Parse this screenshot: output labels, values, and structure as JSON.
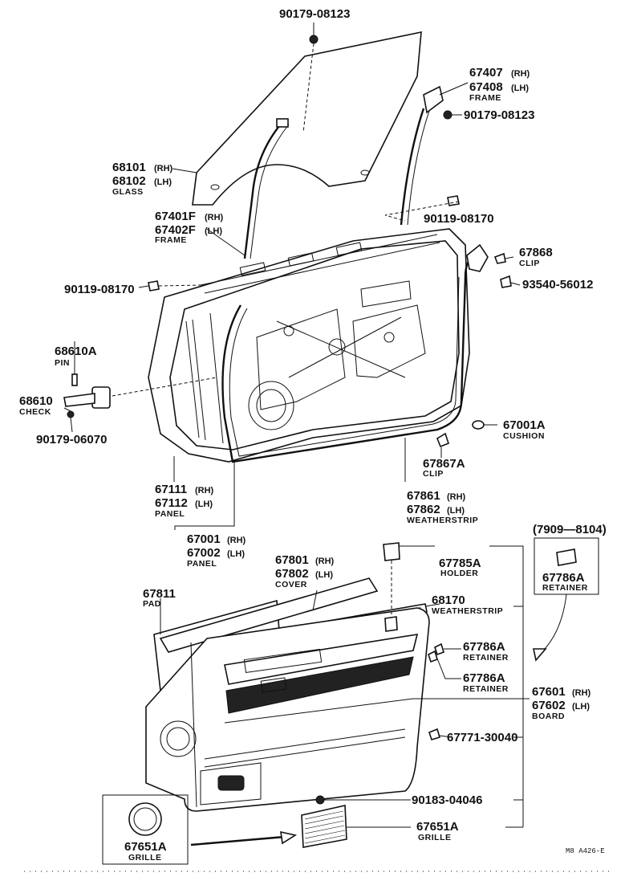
{
  "callouts": {
    "c_90179_08123_top": {
      "part": "90179-08123"
    },
    "c_67407": {
      "part": "67407",
      "side": "(RH)"
    },
    "c_67408": {
      "part": "67408",
      "side": "(LH)",
      "label": "FRAME"
    },
    "c_90179_08123_right": {
      "part": "90179-08123"
    },
    "c_68101": {
      "part": "68101",
      "side": "(RH)"
    },
    "c_68102": {
      "part": "68102",
      "side": "(LH)",
      "label": "GLASS"
    },
    "c_90119_08170_right": {
      "part": "90119-08170"
    },
    "c_67401F": {
      "part": "67401F",
      "side": "(RH)"
    },
    "c_67402F": {
      "part": "67402F",
      "side": "(LH)",
      "label": "FRAME"
    },
    "c_67868": {
      "part": "67868",
      "label": "CLIP"
    },
    "c_90119_08170_left": {
      "part": "90119-08170"
    },
    "c_93540_56012": {
      "part": "93540-56012"
    },
    "c_68610A": {
      "part": "68610A",
      "label": "PIN"
    },
    "c_68610": {
      "part": "68610",
      "label": "CHECK"
    },
    "c_90179_06070": {
      "part": "90179-06070"
    },
    "c_67001A": {
      "part": "67001A",
      "label": "CUSHION"
    },
    "c_67867A": {
      "part": "67867A",
      "label": "CLIP"
    },
    "c_67111": {
      "part": "67111",
      "side": "(RH)"
    },
    "c_67112": {
      "part": "67112",
      "side": "(LH)",
      "label": "PANEL"
    },
    "c_67861": {
      "part": "67861",
      "side": "(RH)"
    },
    "c_67862": {
      "part": "67862",
      "side": "(LH)",
      "label": "WEATHERSTRIP"
    },
    "c_67001": {
      "part": "67001",
      "side": "(RH)"
    },
    "c_67002": {
      "part": "67002",
      "side": "(LH)",
      "label": "PANEL"
    },
    "c_7909_8104": {
      "part": "(7909—8104)"
    },
    "c_67801": {
      "part": "67801",
      "side": "(RH)"
    },
    "c_67802": {
      "part": "67802",
      "side": "(LH)",
      "label": "COVER"
    },
    "c_67785A": {
      "part": "67785A",
      "label": "HOLDER"
    },
    "c_67786A_box": {
      "part": "67786A",
      "label": "RETAINER"
    },
    "c_67811": {
      "part": "67811",
      "label": "PAD"
    },
    "c_68170": {
      "part": "68170",
      "label": "WEATHERSTRIP"
    },
    "c_67786A_1": {
      "part": "67786A",
      "label": "RETAINER"
    },
    "c_67786A_2": {
      "part": "67786A",
      "label": "RETAINER"
    },
    "c_67601": {
      "part": "67601",
      "side": "(RH)"
    },
    "c_67602": {
      "part": "67602",
      "side": "(LH)",
      "label": "BOARD"
    },
    "c_67771_30040": {
      "part": "67771-30040"
    },
    "c_90183_04046": {
      "part": "90183-04046"
    },
    "c_67651A_right": {
      "part": "67651A",
      "label": "GRILLE"
    },
    "c_67651A_inset": {
      "part": "67651A",
      "label": "GRILLE"
    }
  },
  "drawing_ref": "M8  A426-E"
}
